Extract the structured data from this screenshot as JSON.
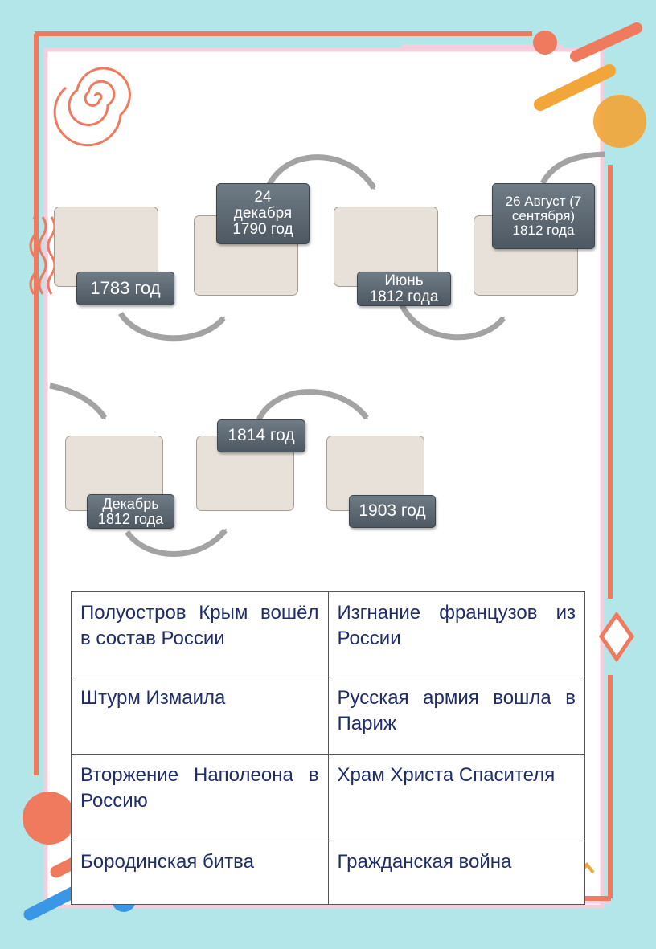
{
  "timeline": {
    "dates": [
      "1783 год",
      "24\nдекабря\n1790 год",
      "Июнь\n1812 года",
      "26 Август (7\nсентября)\n1812 года",
      "Декабрь\n1812 года",
      "1814 год",
      "1903 год"
    ]
  },
  "table": {
    "rows": [
      [
        "Полуостров Крым вошёл в состав России",
        "Изгнание французов из России"
      ],
      [
        "Штурм Измаила",
        "Русская армия вошла в Париж"
      ],
      [
        "Вторжение Наполеона в Россию",
        "Храм Христа Спасителя"
      ],
      [
        "Бородинская битва",
        "Гражданская война"
      ]
    ]
  },
  "colors": {
    "background": "#b2e6e8",
    "frame": "#f07a5e",
    "accent_orange": "#f2a63a",
    "accent_blue": "#3a97e6",
    "label_fill": "#5b6670",
    "card_fill": "#e8e1d9",
    "table_text": "#1f2d6b"
  }
}
